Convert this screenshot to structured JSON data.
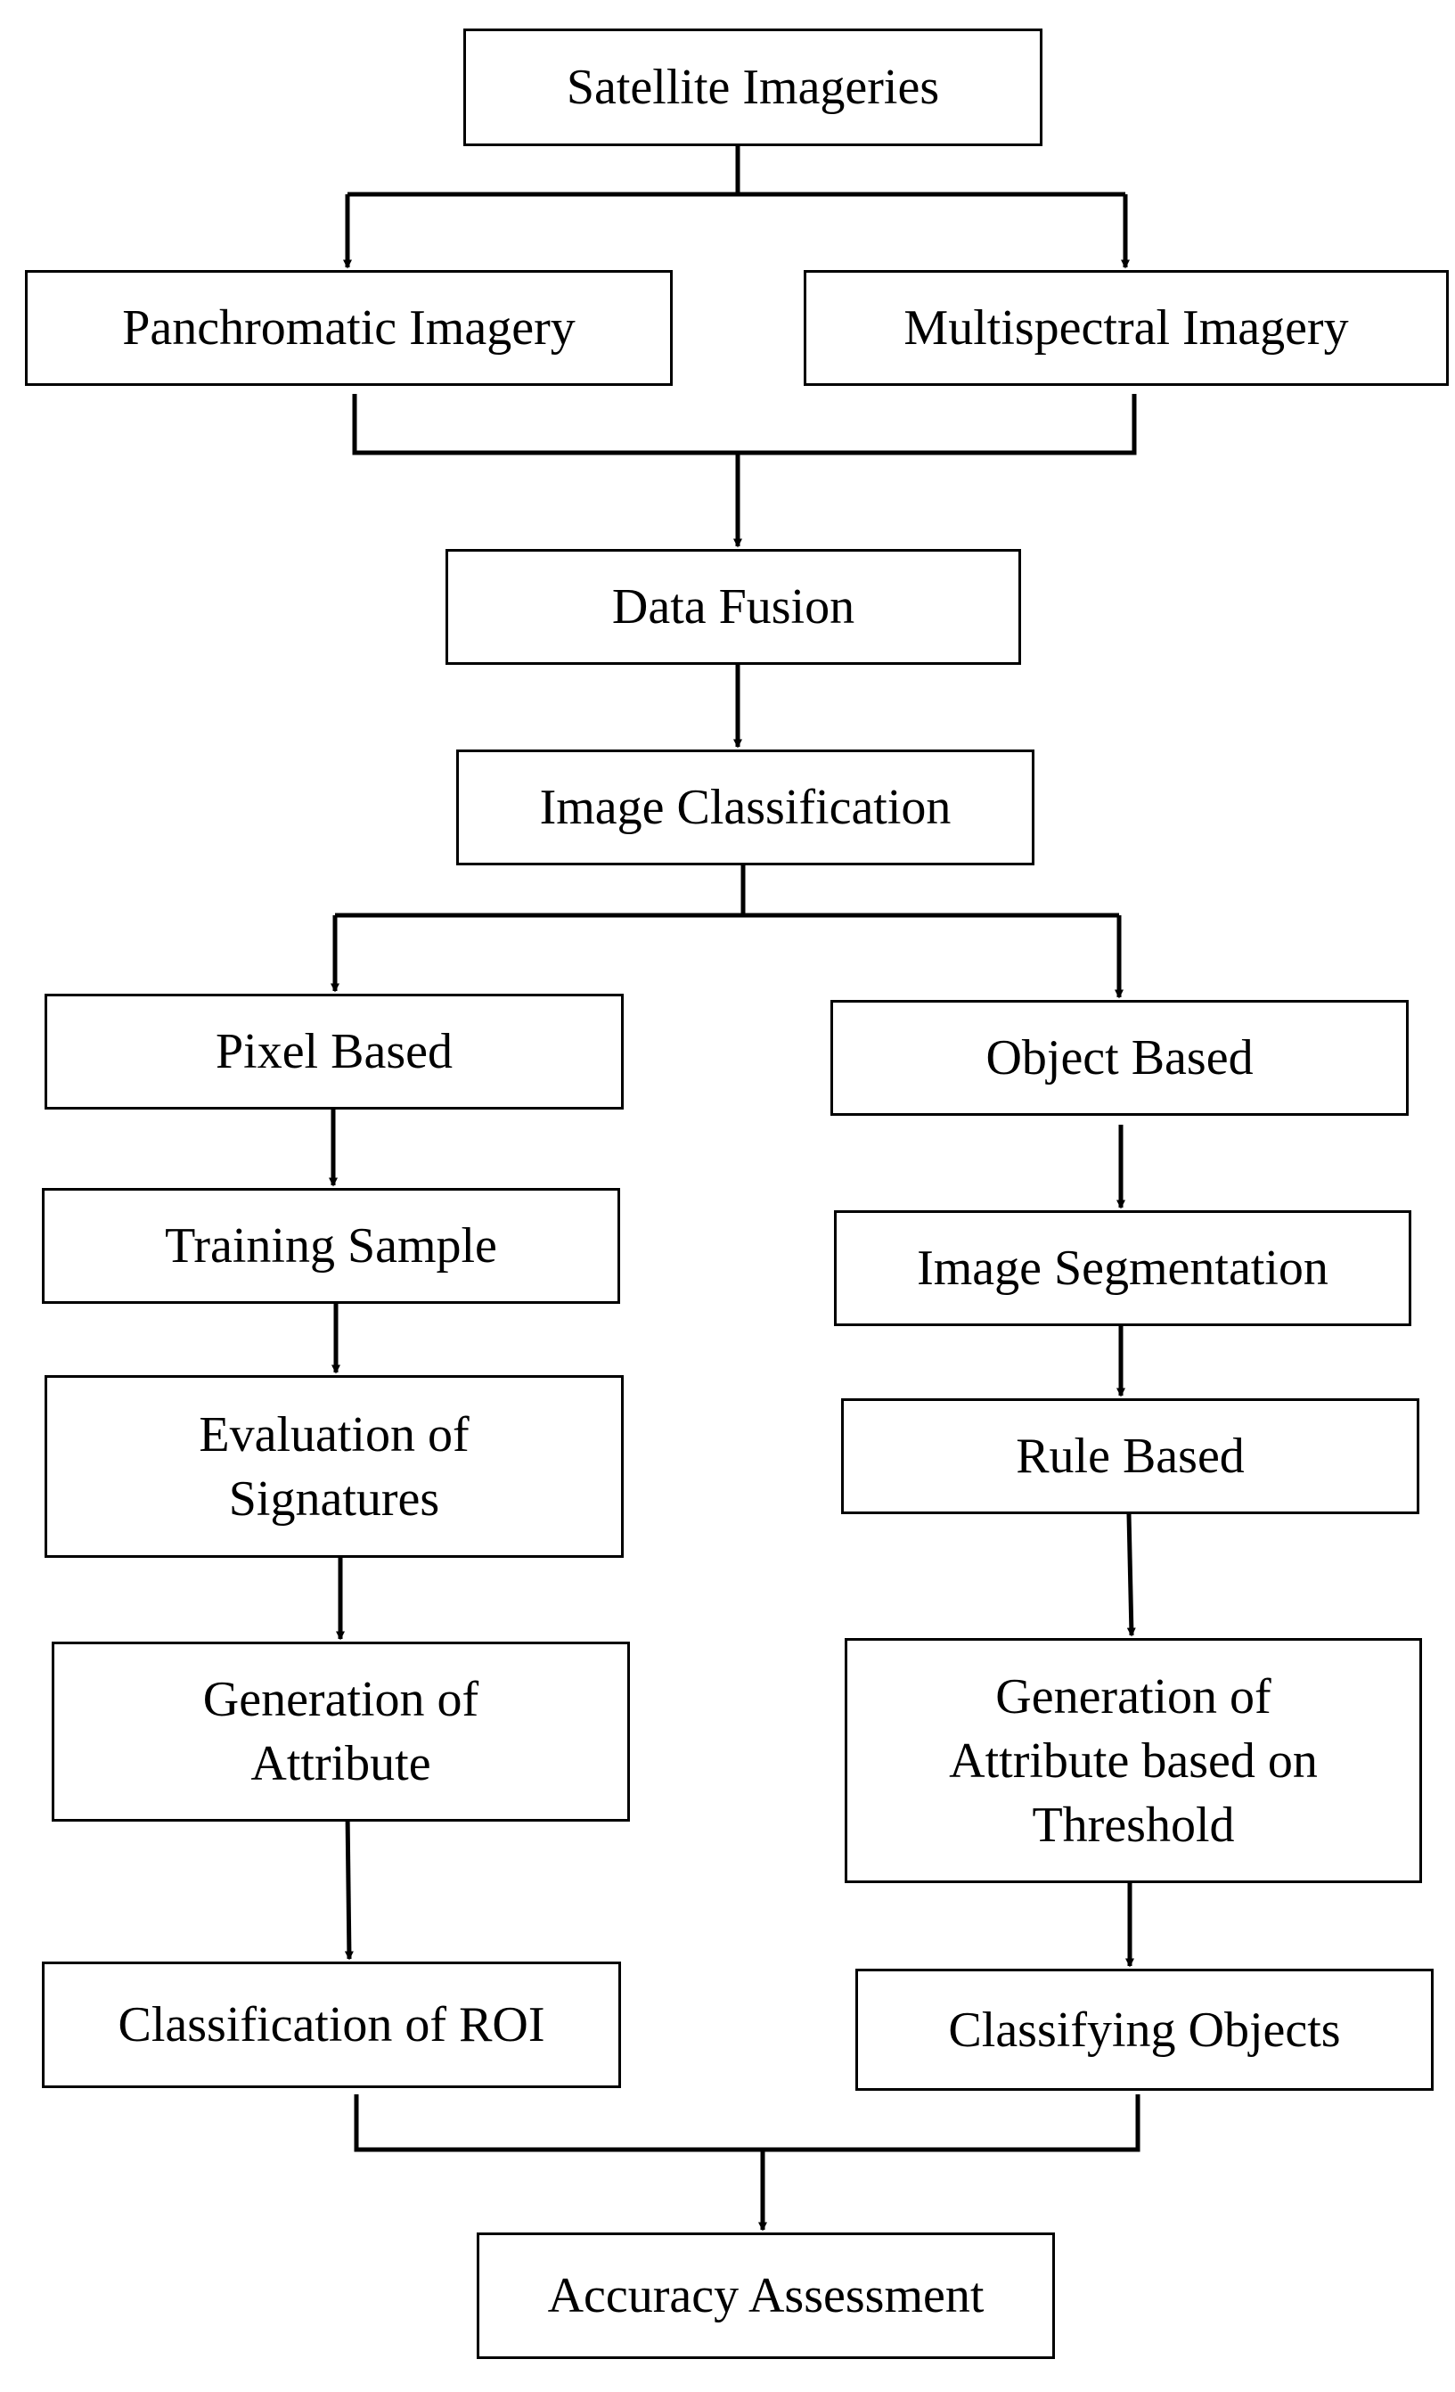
{
  "diagram": {
    "nodes": {
      "satellite": [
        "Satellite Imageries"
      ],
      "pan": [
        "Panchromatic Imagery"
      ],
      "multi": [
        "Multispectral Imagery"
      ],
      "fusion": [
        "Data Fusion"
      ],
      "classification": [
        "Image Classification"
      ],
      "pixel": [
        "Pixel Based"
      ],
      "object": [
        "Object Based"
      ],
      "training": [
        "Training Sample"
      ],
      "segmentation": [
        "Image Segmentation"
      ],
      "evaluation": [
        "Evaluation of",
        "Signatures"
      ],
      "rule": [
        "Rule Based"
      ],
      "gen_attr": [
        "Generation of",
        "Attribute"
      ],
      "gen_thresh": [
        "Generation of",
        "Attribute based on",
        "Threshold"
      ],
      "roi": [
        "Classification of ROI"
      ],
      "classifying": [
        "Classifying Objects"
      ],
      "accuracy": [
        "Accuracy Assessment"
      ]
    },
    "edges": [
      {
        "from": "satellite",
        "to": "pan"
      },
      {
        "from": "satellite",
        "to": "multi"
      },
      {
        "from": "pan",
        "to": "fusion"
      },
      {
        "from": "multi",
        "to": "fusion"
      },
      {
        "from": "fusion",
        "to": "classification"
      },
      {
        "from": "classification",
        "to": "pixel"
      },
      {
        "from": "classification",
        "to": "object"
      },
      {
        "from": "pixel",
        "to": "training"
      },
      {
        "from": "training",
        "to": "evaluation"
      },
      {
        "from": "evaluation",
        "to": "gen_attr"
      },
      {
        "from": "gen_attr",
        "to": "roi"
      },
      {
        "from": "object",
        "to": "segmentation"
      },
      {
        "from": "segmentation",
        "to": "rule"
      },
      {
        "from": "rule",
        "to": "gen_thresh"
      },
      {
        "from": "gen_thresh",
        "to": "classifying"
      },
      {
        "from": "roi",
        "to": "accuracy"
      },
      {
        "from": "classifying",
        "to": "accuracy"
      }
    ]
  }
}
